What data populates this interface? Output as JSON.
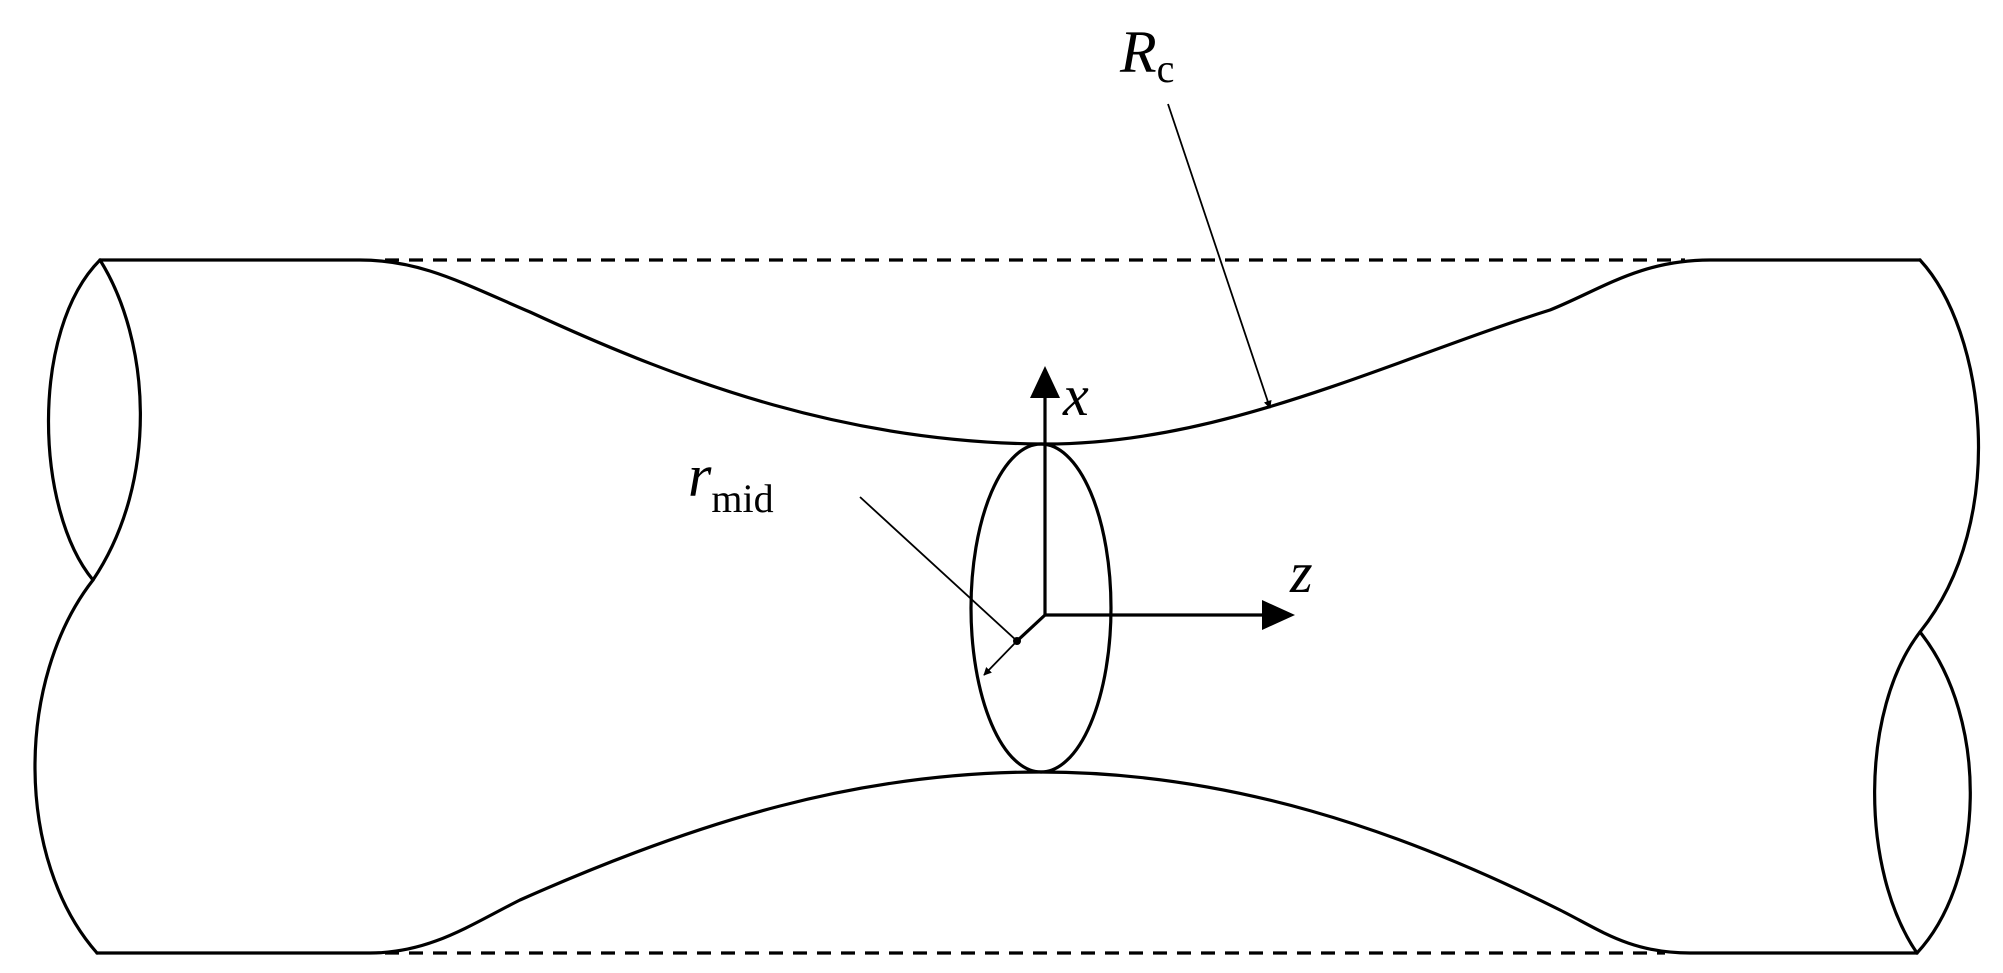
{
  "labels": {
    "curvature_radius": {
      "main": "R",
      "sub": "c"
    },
    "mid_radius": {
      "main": "r",
      "sub": "mid"
    },
    "axis_x": "x",
    "axis_z": "z"
  },
  "colors": {
    "stroke": "#000000",
    "background": "#ffffff"
  }
}
